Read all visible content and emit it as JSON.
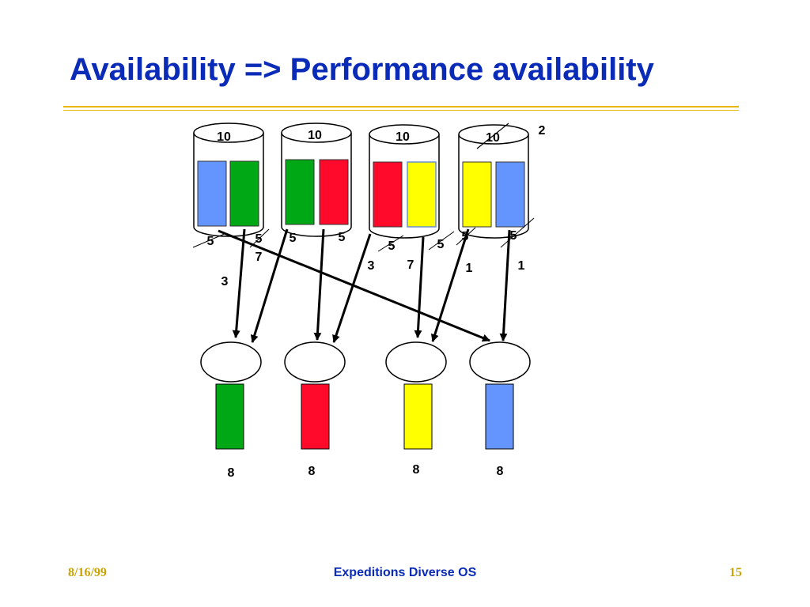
{
  "slide": {
    "title": "Availability => Performance availability",
    "colors": {
      "title": "#0a2bb8",
      "rule": "#e8b800",
      "footer_side": "#c9a400"
    }
  },
  "diagram": {
    "disks": [
      {
        "capacity": "10",
        "capacity_struck": false,
        "new_capacity": "",
        "blocks": [
          "#6495ff",
          "#00a816"
        ]
      },
      {
        "capacity": "10",
        "capacity_struck": false,
        "new_capacity": "",
        "blocks": [
          "#00a816",
          "#ff0a2b"
        ]
      },
      {
        "capacity": "10",
        "capacity_struck": false,
        "new_capacity": "",
        "blocks": [
          "#ff0a2b",
          "#ffff00"
        ]
      },
      {
        "capacity": "10",
        "capacity_struck": true,
        "new_capacity": "2",
        "blocks": [
          "#ffff00",
          "#6495ff"
        ]
      }
    ],
    "stream_labels": [
      {
        "original": "5",
        "struck": true,
        "new": "3"
      },
      {
        "original": "5",
        "struck": true,
        "new": "7"
      },
      {
        "original": "5",
        "struck": false,
        "new": ""
      },
      {
        "original": "5",
        "struck": false,
        "new": ""
      },
      {
        "original": "5",
        "struck": true,
        "new": "3"
      },
      {
        "original": "5",
        "struck": true,
        "new": "7"
      },
      {
        "original": "5",
        "struck": true,
        "new": "1"
      },
      {
        "original": "5",
        "struck": true,
        "new": "1"
      }
    ],
    "clients": [
      {
        "color": "#00a816",
        "demand": "8"
      },
      {
        "color": "#ff0a2b",
        "demand": "8"
      },
      {
        "color": "#ffff00",
        "demand": "8"
      },
      {
        "color": "#6495ff",
        "demand": "8"
      }
    ]
  },
  "footer": {
    "date": "8/16/99",
    "center": "Expeditions Diverse OS",
    "page": "15"
  }
}
